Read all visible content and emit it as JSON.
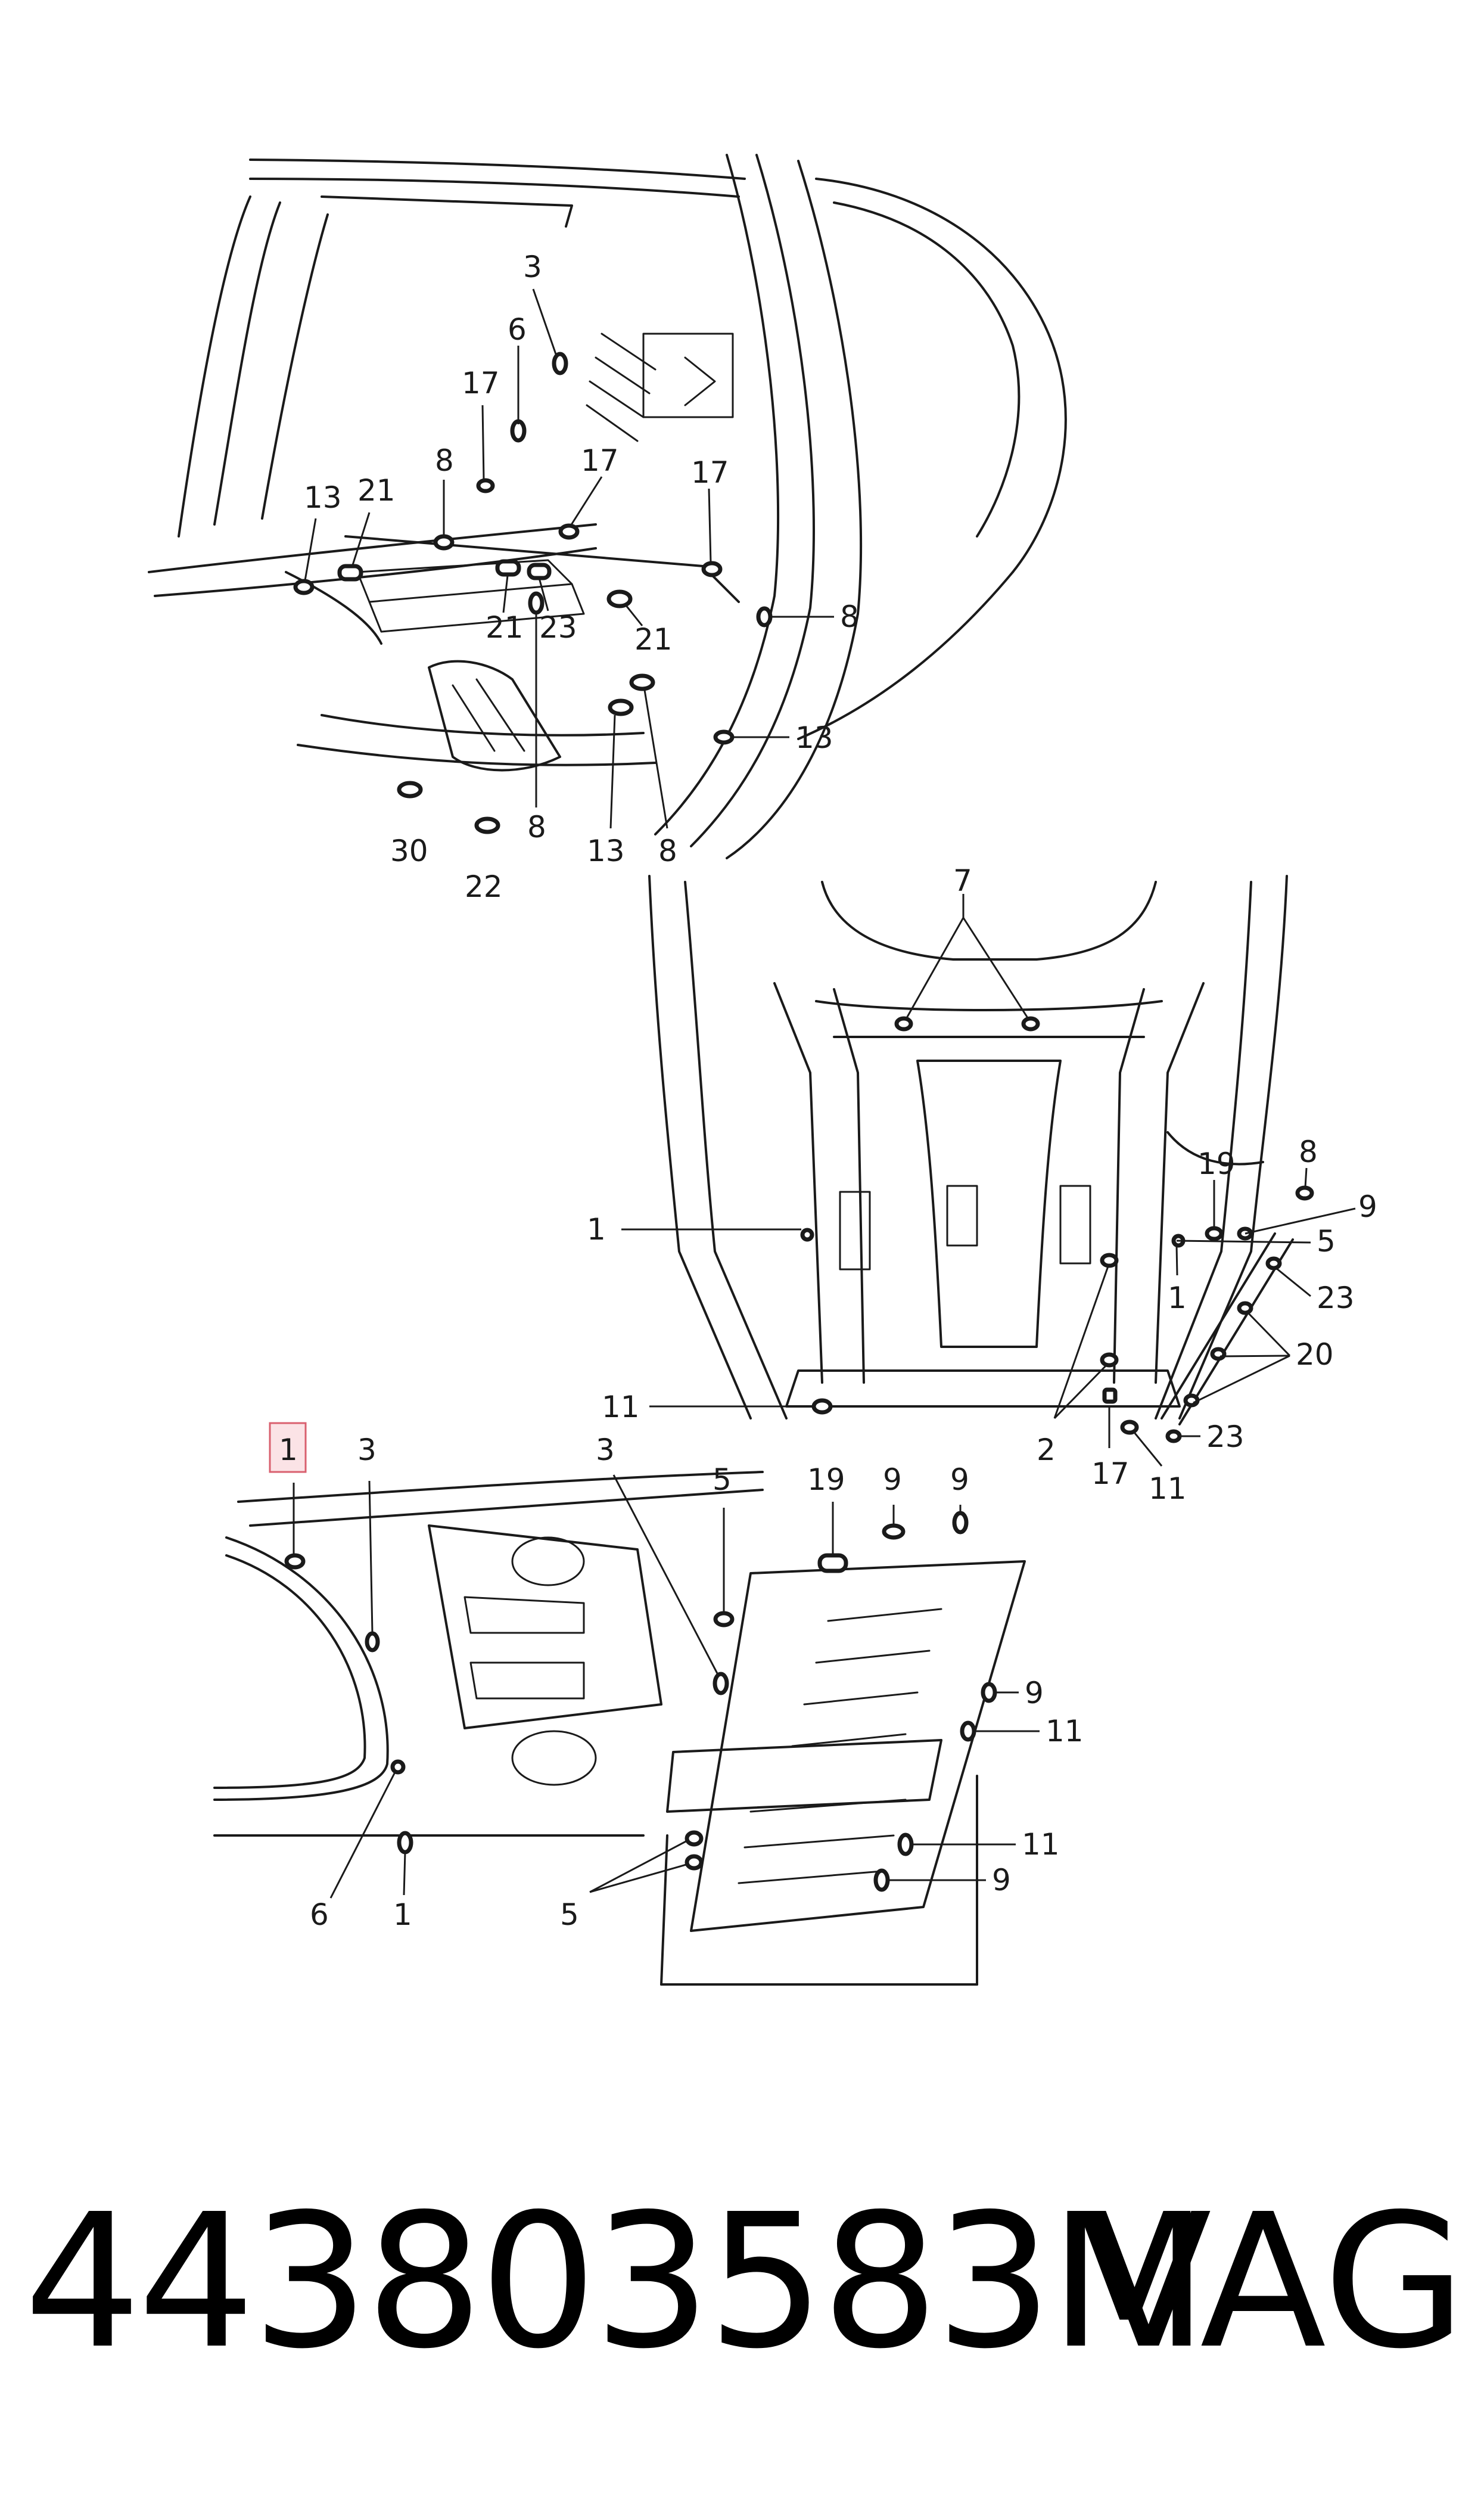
{
  "callouts": {
    "top": [
      "3",
      "6",
      "17",
      "8",
      "17",
      "17",
      "13",
      "21",
      "21",
      "23",
      "21",
      "8",
      "13",
      "30",
      "22",
      "8",
      "13",
      "8"
    ],
    "middle": [
      "7",
      "19",
      "8",
      "9",
      "1",
      "5",
      "1",
      "23",
      "20",
      "11",
      "2",
      "17",
      "11",
      "23"
    ],
    "bottom": [
      "1",
      "3",
      "3",
      "5",
      "19",
      "9",
      "9",
      "9",
      "11",
      "11",
      "9",
      "6",
      "1",
      "5"
    ]
  },
  "footer": {
    "part_number": "443803583M",
    "brand": "VAG"
  },
  "colors": {
    "line": "#1a1a1a",
    "highlight_fill": "#fbe3e6",
    "highlight_border": "#d9606f"
  }
}
